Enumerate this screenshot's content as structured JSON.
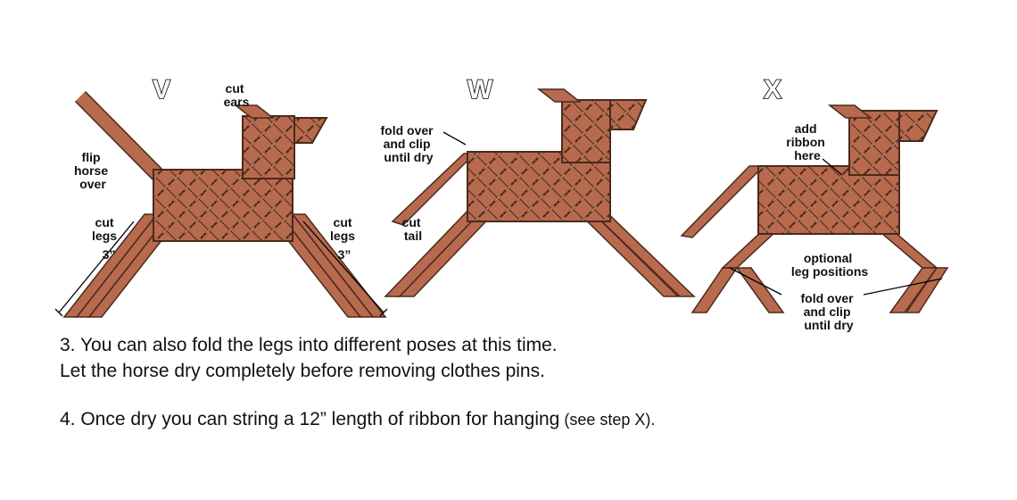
{
  "colors": {
    "strip": "#b86a4f",
    "strip_edge": "#4a2a1a",
    "strip_light": "#d08a70",
    "text": "#111111"
  },
  "steps": [
    {
      "letter": "V",
      "labels": [
        {
          "id": "cut-ears",
          "lines": [
            "cut",
            "ears"
          ]
        },
        {
          "id": "flip-horse-over",
          "lines": [
            "flip",
            "horse",
            "over"
          ]
        },
        {
          "id": "cut-legs-left",
          "lines": [
            "cut",
            "legs",
            "3”"
          ]
        },
        {
          "id": "cut-legs-right",
          "lines": [
            "cut",
            "legs",
            "3”"
          ]
        }
      ]
    },
    {
      "letter": "W",
      "labels": [
        {
          "id": "fold-over-clip",
          "lines": [
            "fold over",
            "and clip",
            "until dry"
          ]
        },
        {
          "id": "cut-tail",
          "lines": [
            "cut",
            "tail"
          ]
        }
      ]
    },
    {
      "letter": "X",
      "labels": [
        {
          "id": "add-ribbon-here",
          "lines": [
            "add",
            "ribbon",
            "here"
          ]
        },
        {
          "id": "optional-leg-positions",
          "lines": [
            "optional",
            "leg positions"
          ]
        },
        {
          "id": "fold-over-clip-legs",
          "lines": [
            "fold over",
            "and clip",
            "until dry"
          ]
        }
      ]
    }
  ],
  "instructions": {
    "step3_line1": "3.  You can also fold the legs into different poses at this time.",
    "step3_line2": "Let the horse dry completely before removing clothes pins.",
    "step4_main": "4.  Once dry you can string a 12” length of ribbon for hanging",
    "step4_note": " (see step X)."
  }
}
